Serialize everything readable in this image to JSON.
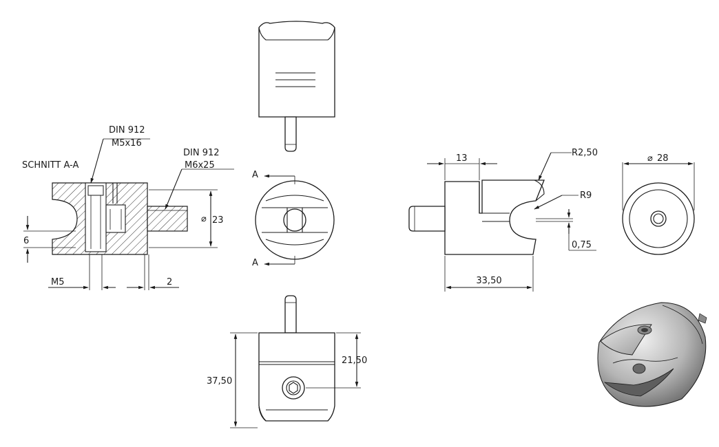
{
  "section": {
    "title": "SCHNITT A-A",
    "screw_upper_line1": "DIN 912",
    "screw_upper_line2": "M5x16",
    "screw_lower_line1": "DIN 912",
    "screw_lower_line2": "M6x25",
    "dim_diameter": "23",
    "dim_slot": "6",
    "dim_thread": "M5",
    "dim_gap": "2"
  },
  "front": {
    "section_mark_top": "A",
    "section_mark_bottom": "A"
  },
  "side": {
    "dim_13": "13",
    "radius_small": "R2,50",
    "radius_large": "R9",
    "dim_offset": "0,75",
    "dim_length": "33,50"
  },
  "end": {
    "dim_diameter": "28"
  },
  "bottom": {
    "dim_total": "37,50",
    "dim_partial": "21,50"
  },
  "colors": {
    "line": "#1a1a1a",
    "shade_light": "#d9d9d9",
    "shade_dark": "#7a7a7a"
  }
}
